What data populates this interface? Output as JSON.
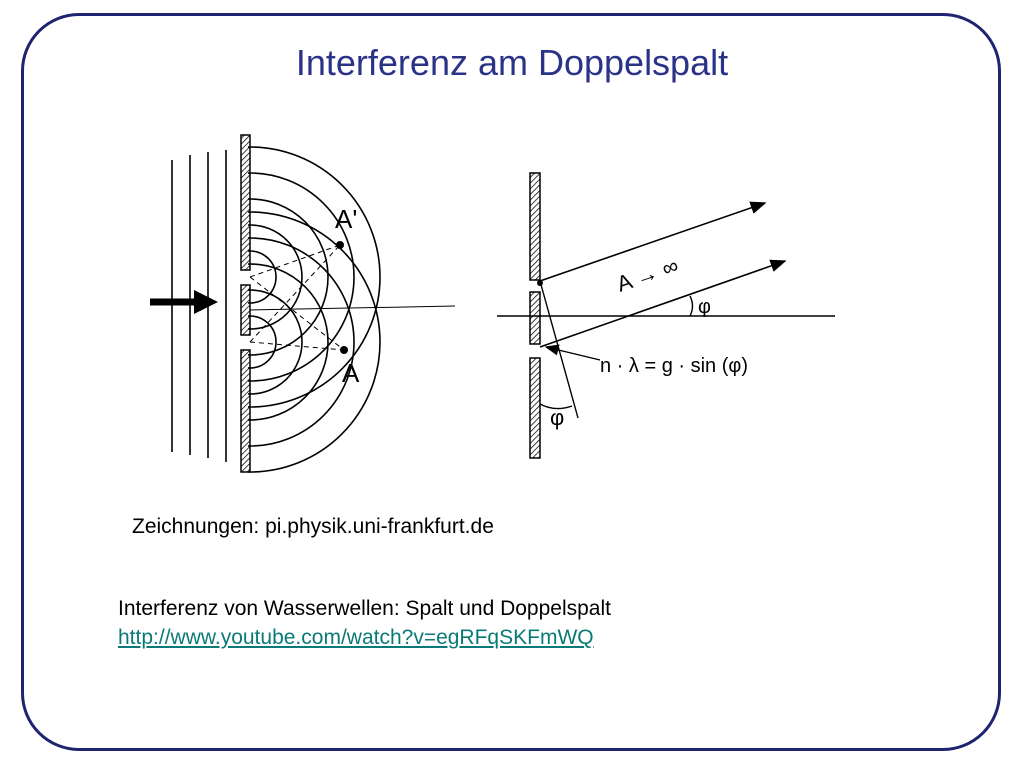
{
  "slide": {
    "title": "Interferenz am Doppelspalt",
    "credit": "Zeichnungen: pi.physik.uni-frankfurt.de",
    "description": "Interferenz von Wasserwellen: Spalt und Doppelspalt",
    "link": "http://www.youtube.com/watch?v=egRFqSKFmWQ"
  },
  "figure_left": {
    "label_a_prime": "A'",
    "label_a": "A"
  },
  "figure_right": {
    "label_a_infinity": "A → ∞",
    "formula": "n · λ = g · sin (φ)",
    "angle_label_1": "φ",
    "angle_label_2": "φ"
  },
  "colors": {
    "frame": "#1f2470",
    "title": "#2b3388",
    "link": "#0b7a76"
  }
}
